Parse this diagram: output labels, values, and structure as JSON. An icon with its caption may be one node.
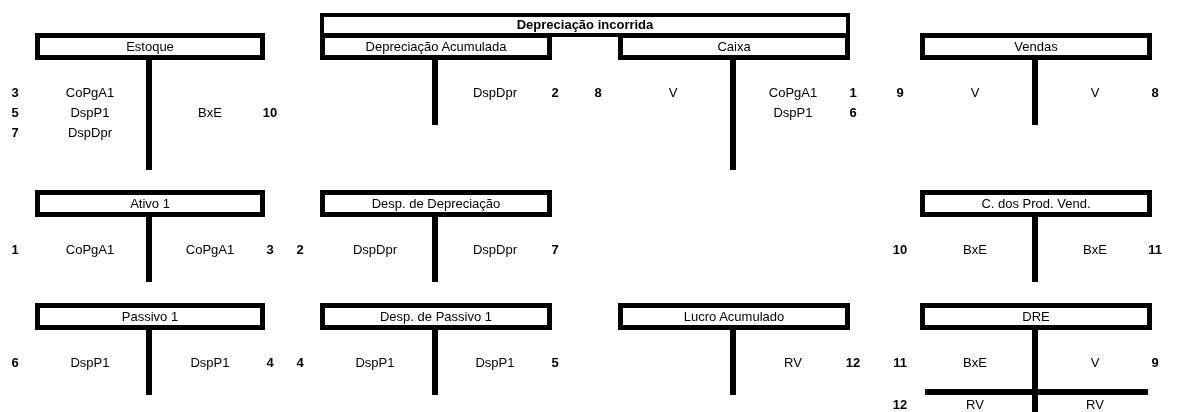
{
  "diagram": {
    "nodes": [
      {
        "text": [
          "Depreciação incorrida"
        ]
      },
      {
        "text": [
          "Estoque"
        ],
        "beside": [
          "3",
          "CoPgA1",
          "5",
          "DspP1",
          "BxE",
          "10",
          "7",
          "DspDpr"
        ]
      },
      {
        "text": [
          "Depreciação Acumulada"
        ],
        "beside": [
          "DspDpr",
          "2"
        ]
      },
      {
        "text": [
          "Caixa"
        ],
        "beside": [
          "8",
          "V",
          "CoPgA1",
          "1",
          "DspP1",
          "6"
        ]
      },
      {
        "text": [
          "Vendas"
        ],
        "beside": [
          "9",
          "V",
          "V",
          "8"
        ]
      },
      {
        "text": [
          "Ativo 1"
        ],
        "beside": [
          "1",
          "CoPgA1",
          "CoPgA1",
          "3"
        ]
      },
      {
        "text": [
          "Desp. de Depreciação"
        ],
        "beside": [
          "2",
          "DspDpr",
          "DspDpr",
          "7"
        ]
      },
      {
        "text": [
          "C. dos Prod. Vend."
        ],
        "beside": [
          "10",
          "BxE",
          "BxE",
          "11"
        ]
      },
      {
        "text": [
          "Passivo 1"
        ],
        "beside": [
          "6",
          "DspP1",
          "DspP1",
          "4"
        ]
      },
      {
        "text": [
          "Desp. de Passivo 1"
        ],
        "beside": [
          "4",
          "DspP1",
          "DspP1",
          "5"
        ]
      },
      {
        "text": [
          "Lucro Acumulado"
        ],
        "beside": [
          "RV",
          "12"
        ]
      },
      {
        "text": [
          "DRE"
        ],
        "beside": [
          "11",
          "BxE",
          "V",
          "9",
          "12",
          "RV",
          "RV"
        ]
      }
    ]
  }
}
